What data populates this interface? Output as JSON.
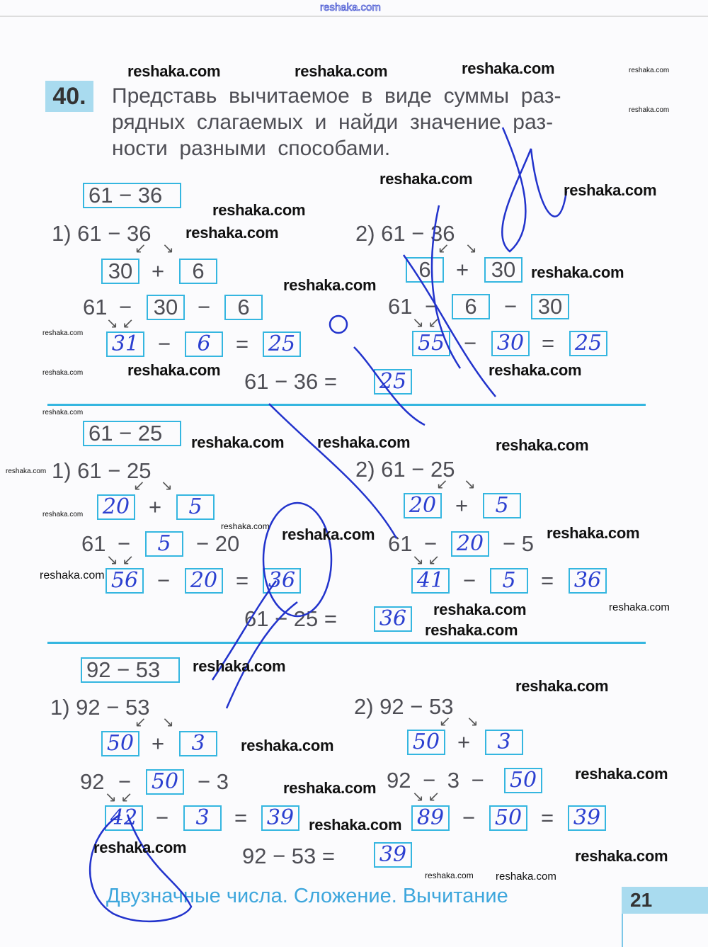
{
  "header": {
    "site": "reshaka.com"
  },
  "watermark": "reshaka.com",
  "task": {
    "number": "40.",
    "lines": [
      "Представь  вычитаемое  в  виде  суммы  раз-",
      "рядных  слагаемых  и  найди  значение  раз-",
      "ности  разными  способами."
    ]
  },
  "ex1": {
    "title": "61 − 36",
    "m1": {
      "label": "1) 61 − 36",
      "split": [
        "30",
        "6"
      ],
      "row2": [
        "61",
        "30",
        "6"
      ],
      "row3": [
        "31",
        "6",
        "25"
      ]
    },
    "m2": {
      "label": "2) 61 − 36",
      "split": [
        "6",
        "30"
      ],
      "row2": [
        "61",
        "6",
        "30"
      ],
      "row3": [
        "55",
        "30",
        "25"
      ]
    },
    "final": {
      "expr": "61 − 36 =",
      "answer": "25"
    }
  },
  "ex2": {
    "title": "61 − 25",
    "m1": {
      "label": "1) 61 − 25",
      "split": [
        "20",
        "5"
      ],
      "row2": [
        "61",
        "5",
        "− 20"
      ],
      "row3": [
        "56",
        "20",
        "36"
      ]
    },
    "m2": {
      "label": "2) 61 − 25",
      "split": [
        "20",
        "5"
      ],
      "row2": [
        "61",
        "20",
        "− 5"
      ],
      "row3": [
        "41",
        "5",
        "36"
      ]
    },
    "final": {
      "expr": "61 − 25 =",
      "answer": "36"
    }
  },
  "ex3": {
    "title": "92 − 53",
    "m1": {
      "label": "1) 92 − 53",
      "split": [
        "50",
        "3"
      ],
      "row2": [
        "92",
        "50",
        "− 3"
      ],
      "row3": [
        "42",
        "3",
        "39"
      ]
    },
    "m2": {
      "label": "2) 92 − 53",
      "split": [
        "50",
        "3"
      ],
      "row2": [
        "92 − 3 −",
        "50"
      ],
      "row3": [
        "89",
        "50",
        "39"
      ]
    },
    "final": {
      "expr": "92 − 53 =",
      "answer": "39"
    }
  },
  "ops": {
    "minus": "−",
    "plus": "+",
    "equals": "="
  },
  "footer": {
    "title": "Двузначные числа. Сложение. Вычитание",
    "page": "21"
  },
  "colors": {
    "accent": "#35b6e0",
    "ink": "#2b3fd0",
    "text": "#4e4e55"
  }
}
